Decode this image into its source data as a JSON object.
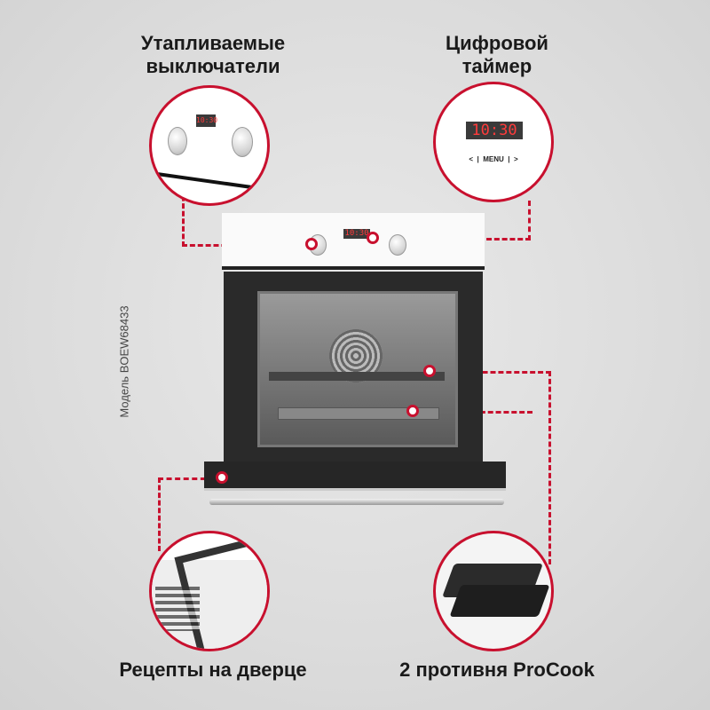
{
  "features": {
    "switches": {
      "title_line1": "Утапливаемые",
      "title_line2": "выключатели"
    },
    "timer": {
      "title_line1": "Цифровой",
      "title_line2": "таймер",
      "display": "10:30",
      "prev": "<",
      "menu": "MENU",
      "next": ">"
    },
    "door_recipes": {
      "title": "Рецепты на дверце"
    },
    "trays": {
      "title": "2 противня ProCook"
    }
  },
  "model_label": "Модель BOEW68433",
  "oven_display": "10:30",
  "colors": {
    "accent": "#c8102e",
    "display_text": "#ff3b3b"
  }
}
